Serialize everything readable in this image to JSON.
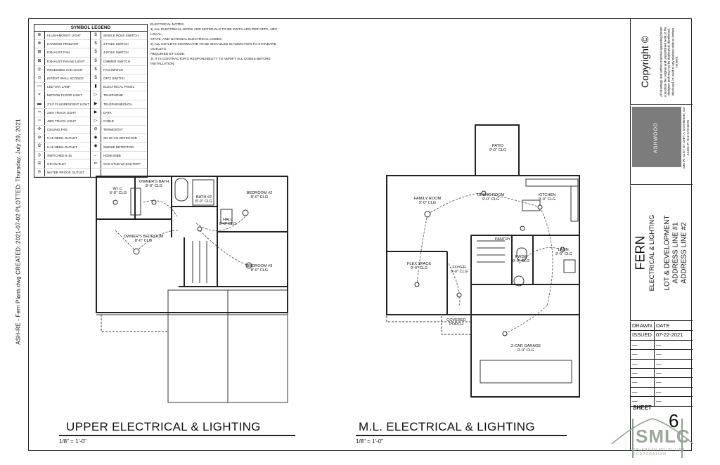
{
  "stamp": "ASH-RE - Fern Plans.dwg CREATED: 2021-07-02 PLOTTED: Thursday, July 29, 2021",
  "legend": {
    "title": "SYMBOL LEGEND",
    "left": [
      {
        "sym": "⊕",
        "label": "FLUSH-MOUNT LIGHT"
      },
      {
        "sym": "⊗",
        "label": "HANGING PENDANT"
      },
      {
        "sym": "⊞",
        "label": "EXHAUST FAN"
      },
      {
        "sym": "⊠",
        "label": "EXHAUST FAN W/ LIGHT"
      },
      {
        "sym": "◎",
        "label": "RECESSED CAN LIGHT"
      },
      {
        "sym": "⊙",
        "label": "INT/EXT WALL SCONCE"
      },
      {
        "sym": "▭",
        "label": "LED VAN LAMP"
      },
      {
        "sym": "⌖",
        "label": "MOTION FLOOD LIGHT"
      },
      {
        "sym": "▬",
        "label": "2'X4' FLUORESCENT LIGHT"
      },
      {
        "sym": "┅",
        "label": "24IN TRACK LIGHT"
      },
      {
        "sym": "┉",
        "label": "48IN TRACK LIGHT"
      },
      {
        "sym": "✣",
        "label": "CEILING FAN"
      },
      {
        "sym": "⦶",
        "label": "5-15 NEMA OUTLET"
      },
      {
        "sym": "⦷",
        "label": "6-15 NEMA OUTLET"
      },
      {
        "sym": "⦸",
        "label": "SWITCHED 5-15"
      },
      {
        "sym": "⦹",
        "label": "GFI OUTLET"
      },
      {
        "sym": "⦺",
        "label": "WATER PROOF OUTLET"
      }
    ],
    "right": [
      {
        "sym": "$",
        "label": "SINGLE POLE SWITCH"
      },
      {
        "sym": "$",
        "label": "3-POLE SWITCH"
      },
      {
        "sym": "$",
        "label": "4-POLE SWITCH"
      },
      {
        "sym": "$",
        "label": "DIMMER SWITCH"
      },
      {
        "sym": "$",
        "label": "FAN SWITCH"
      },
      {
        "sym": "$",
        "label": "GFCI SWITCH"
      },
      {
        "sym": "▮",
        "label": "ELECTRICAL PANEL"
      },
      {
        "sym": "▷",
        "label": "TELEPHONE"
      },
      {
        "sym": "▶",
        "label": "TELEPHONE/DATA"
      },
      {
        "sym": "▶",
        "label": "DATA"
      },
      {
        "sym": "▷",
        "label": "CABLE"
      },
      {
        "sym": "⊖",
        "label": "TERMOSTAT"
      },
      {
        "sym": "◉",
        "label": "SD W/ CO DETECTOR"
      },
      {
        "sym": "◉",
        "label": "SMOKE DETECTOR"
      },
      {
        "sym": "←",
        "label": "HOSE BIBB"
      },
      {
        "sym": "⇐",
        "label": "GAS STUB W/ SHUTOFF"
      },
      {
        "sym": "",
        "label": ""
      }
    ]
  },
  "notes": {
    "title": "ELECTRICAL NOTES",
    "lines": [
      "1) ALL ELECTRICAL WORK AND MATERIALS TO BE INSTALLED PER NFPA, NEC, LOCAL,",
      "STATE, AND NATIONAL ELECTRICAL CODES",
      "2) ALL OUTLETS SHOWN ARE TO BE INSTALLED IN ADDICTION TO STANDARD OUTLETS",
      "REQUIRED BY CODE.",
      "3) IT IS CONTRACTOR'S RESPONSIBILITY TO VERIFY ALL CODES BEFORE INSTALLATION."
    ]
  },
  "copyright": {
    "title": "Copyright ©",
    "text": "All drawings and written material appearing herein constitute the original and unpublished work of the designer and may not be duplicated, distributed, disclosed, or used in any manner without written consent."
  },
  "firm": {
    "logo": "ASHWOOD",
    "address": "236 W. 41ST ST UNIT A SAVANNAH, GA 31401 P: 912-373-6676"
  },
  "project": {
    "name": "FERN",
    "sheet_title": "ELECTRICAL & LIGHTING",
    "line1": "LOT & DEVELOPMENT",
    "line2": "ADDRESS LINE #1",
    "line3": "ADDRESS LINE #2"
  },
  "table": {
    "drawn": "DRAWN",
    "date": "DATE",
    "issued": "ISSUED",
    "issued_date": "07-22-2021",
    "dash": "—"
  },
  "sheet": {
    "label": "SHEET",
    "number": "6"
  },
  "watermark": {
    "text": "SMLC",
    "sub": "SAVANNAH MULTI-LIST CORPORATION"
  },
  "upper": {
    "caption": "UPPER ELECTRICAL & LIGHTING",
    "scale": "1/8\" = 1'-0\"",
    "rooms": {
      "wic": "W.I.C.",
      "wic_dim": "6'-0\" CLG",
      "owners_bath": "OWNER'S BATH",
      "owners_bath_dim": "8'-0\" CLG",
      "bath2": "BATH #2",
      "bath2_dim": "8'-0\" CLG",
      "hall": "HALL",
      "hall_dim": "8'-0\" CLG",
      "bed2": "BEDROOM #2",
      "bed2_dim": "8'-0\" CLG",
      "owners_bed": "OWNER'S BEDROOM",
      "owners_bed_dim": "8'-0\" CLG",
      "bed3": "BEDROOM #3",
      "bed3_dim": "8'-0\" CLG"
    }
  },
  "main": {
    "caption": "M.L. ELECTRICAL & LIGHTING",
    "scale": "1/8\" = 1'-0\"",
    "rooms": {
      "patio": "PATIO",
      "patio_dim": "9'-0\" CLG",
      "family": "FAMILY ROOM",
      "family_dim": "9'-0\" CLG",
      "dining": "DINING ROOM",
      "dining_dim": "9'-0\" CLG",
      "kitchen": "KITCHEN",
      "kitchen_dim": "9'-0\" CLG",
      "pantry": "PANTRY",
      "pwdr": "PWDR",
      "pwdr_dim": "9'-0\" CLG",
      "laun": "LAUN.",
      "laun_dim": "9'-0\" CLG",
      "flex": "FLEX SPACE",
      "flex_dim": "9'-0\" CLG",
      "foyer": "FOYER",
      "foyer_dim": "9'-0\" CLG",
      "porch": "COVERED PORCH",
      "garage": "2-CAR GARAGE",
      "garage_dim": "9'-0\" CLG"
    }
  }
}
